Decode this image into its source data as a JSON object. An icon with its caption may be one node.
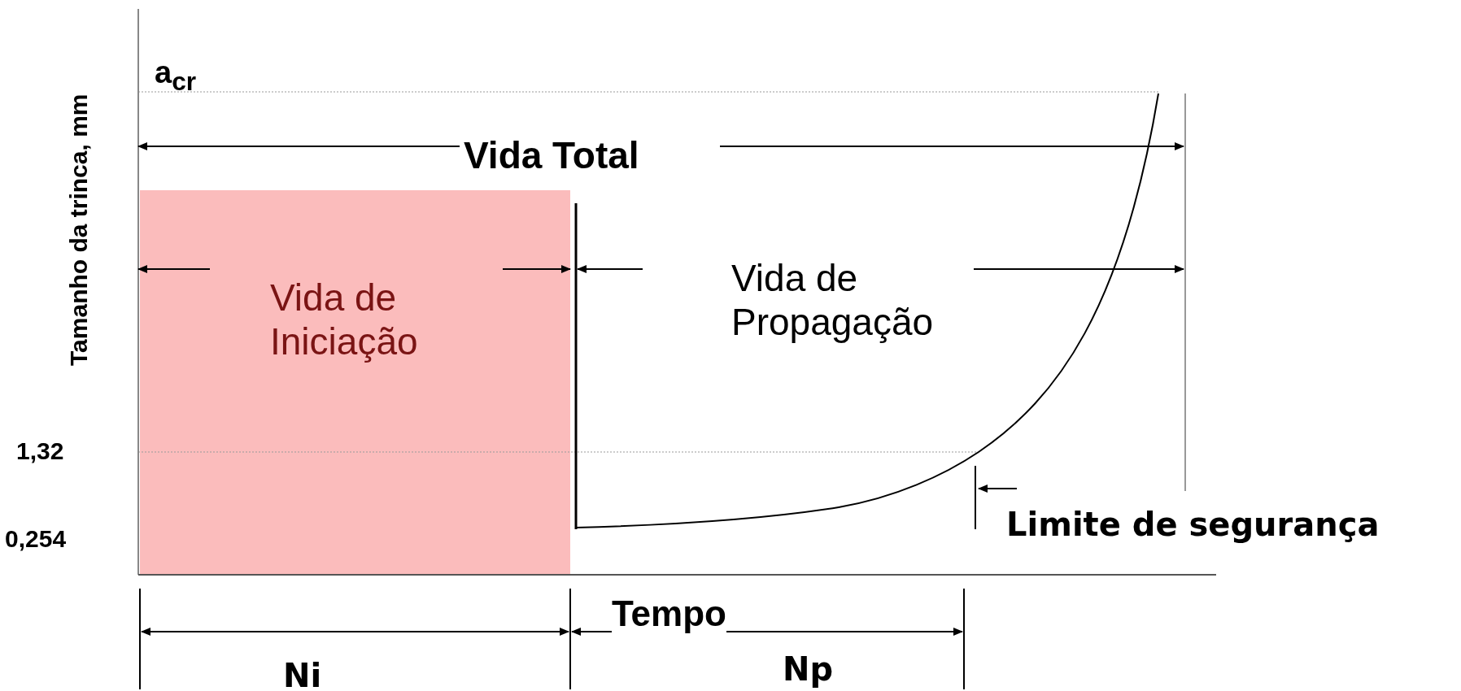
{
  "diagram": {
    "nodes": [
      {
        "text": [
          "Vida de Iniciação"
        ]
      }
    ],
    "labels": [
      "Tamanho da trinca, mm",
      "a$_{cr}$",
      "Vida Total",
      "Vida de Propagação",
      "1,32",
      "0,254",
      "Limite de segurança",
      "Tempo",
      "Ni",
      "Np"
    ]
  }
}
